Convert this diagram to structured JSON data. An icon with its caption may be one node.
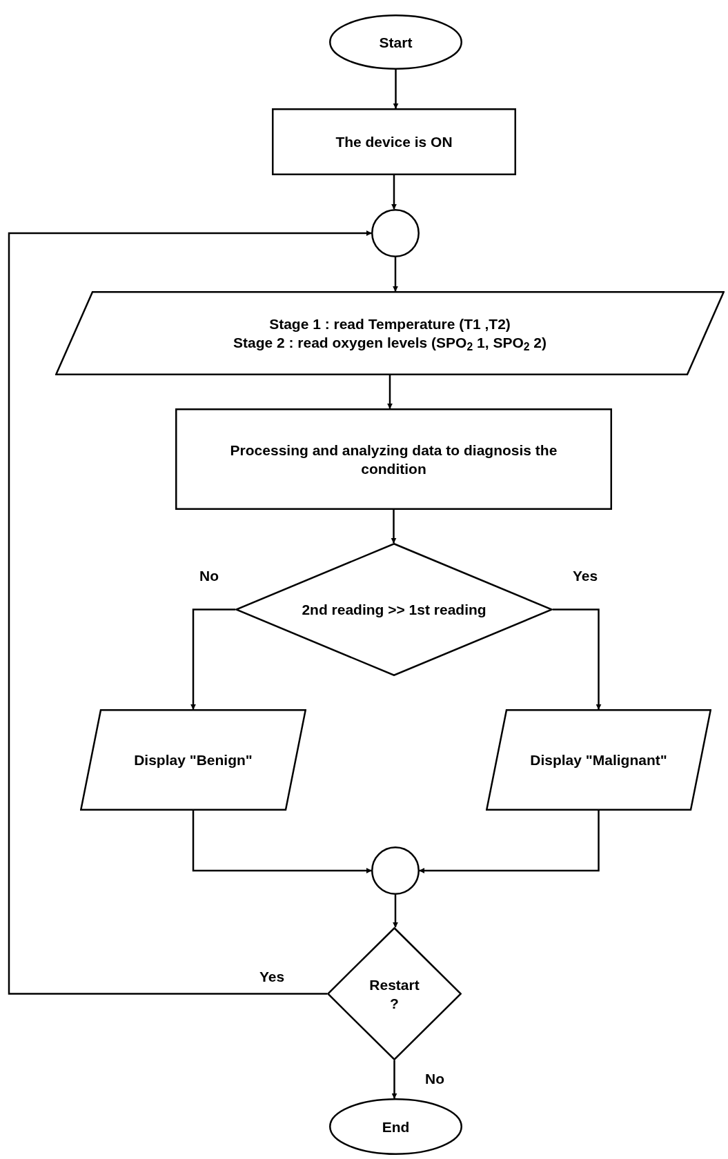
{
  "diagram": {
    "nodes": [
      {
        "text": [
          "Start"
        ]
      },
      {
        "text": [
          "The device is ON"
        ]
      },
      {
        "text": [],
        "shape": "circle"
      },
      {
        "text": [
          "Stage 1 : read Temperature (T1 ,T2)",
          "Stage 2 : read oxygen levels (SPO$_{2}$ 1, SPO$_{2}$ 2)"
        ]
      },
      {
        "text": [
          "Processing and analyzing data to diagnosis the condition"
        ]
      },
      {
        "text": [
          "2nd reading >> 1st reading"
        ]
      },
      {
        "text": [
          "Display \"Benign\""
        ]
      },
      {
        "text": [
          "Display \"Malignant\""
        ]
      },
      {
        "text": [],
        "shape": "circle"
      },
      {
        "text": [
          "Restart ?"
        ]
      },
      {
        "text": [
          "End"
        ]
      }
    ],
    "edges": [
      {
        "from": 0,
        "to": 1,
        "arrow": "to"
      },
      {
        "from": 1,
        "to": 2,
        "arrow": "to"
      },
      {
        "from": 2,
        "to": 3,
        "arrow": "to"
      },
      {
        "from": 3,
        "to": 4,
        "arrow": "to"
      },
      {
        "from": 4,
        "to": 5,
        "arrow": "to"
      },
      {
        "from": 5,
        "to": 6,
        "arrow": "to",
        "label": "No"
      },
      {
        "from": 5,
        "to": 7,
        "arrow": "to",
        "label": "Yes"
      },
      {
        "from": 6,
        "to": 8,
        "arrow": "to"
      },
      {
        "from": 7,
        "to": 8,
        "arrow": "to"
      },
      {
        "from": 8,
        "to": 9,
        "arrow": "to"
      },
      {
        "from": 9,
        "to": 2,
        "arrow": "to",
        "label": "Yes"
      },
      {
        "from": 9,
        "to": 10,
        "arrow": "to",
        "label": "No"
      }
    ]
  }
}
